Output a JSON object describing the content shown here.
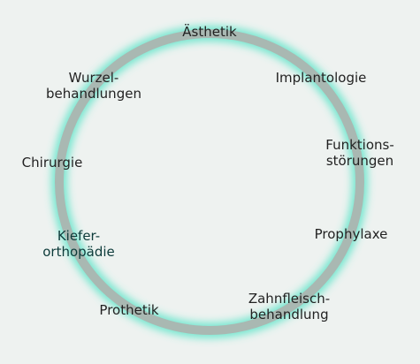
{
  "diagram": {
    "colors": {
      "background": "#eef2f0",
      "ring": "#a9b8b2",
      "glow": "#4fe3c6",
      "label_text": "#222222",
      "label_text_dark": "#0d3b3a"
    },
    "topics": [
      {
        "line1": "Ästhetik",
        "line2": ""
      },
      {
        "line1": "Implantologie",
        "line2": ""
      },
      {
        "line1": "Funktions-",
        "line2": "störungen"
      },
      {
        "line1": "Prophylaxe",
        "line2": ""
      },
      {
        "line1": "Zahnfleisch-",
        "line2": "behandlung"
      },
      {
        "line1": "Prothetik",
        "line2": ""
      },
      {
        "line1": "Kiefer-",
        "line2": "orthopädie"
      },
      {
        "line1": "Chirurgie",
        "line2": ""
      },
      {
        "line1": "Wurzel-",
        "line2": "behandlungen"
      }
    ]
  }
}
